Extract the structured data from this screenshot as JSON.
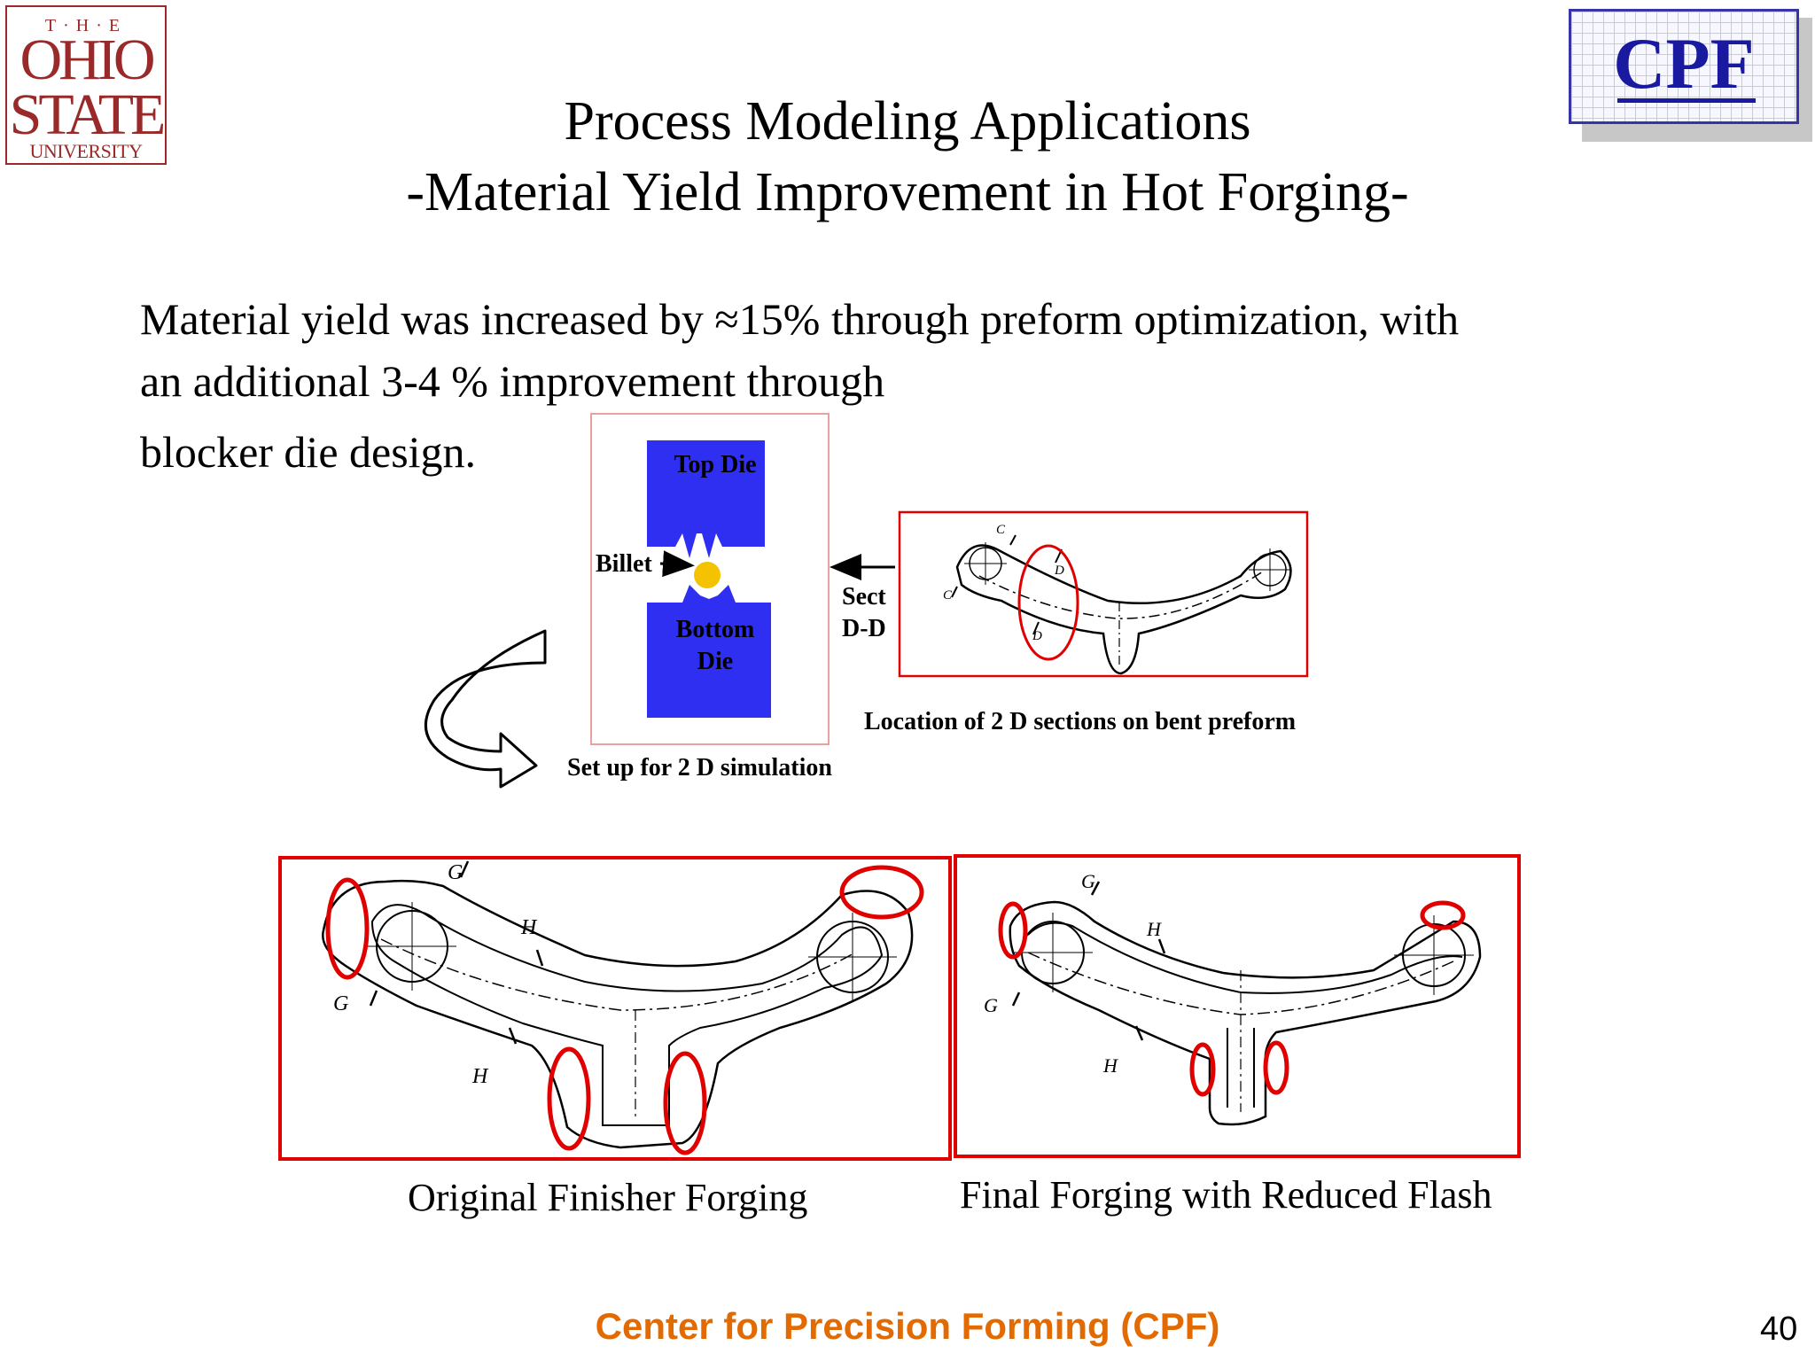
{
  "logos": {
    "osu": {
      "line1": "T·H·E",
      "line2": "OHIO",
      "line3": "STATE",
      "line4": "UNIVERSITY"
    },
    "cpf": {
      "text": "CPF"
    }
  },
  "title": {
    "line1": "Process Modeling Applications",
    "line2": "-Material Yield Improvement in Hot Forging-"
  },
  "body": {
    "line1": "Material yield was increased by ≈15% through preform optimization, with",
    "line2": "an additional 3-4 % improvement through",
    "line3": "blocker die design."
  },
  "simulation_setup": {
    "top_die": "Top Die",
    "billet": "Billet",
    "bottom_die_1": "Bottom",
    "bottom_die_2": "Die",
    "caption": "Set up for 2 D simulation"
  },
  "section_view": {
    "sect_1": "Sect",
    "sect_2": "D-D",
    "caption": "Location of 2 D sections on bent preform",
    "labels": {
      "c_top": "C",
      "c_left": "C",
      "d_top": "D",
      "d_bottom": "D"
    }
  },
  "forgings": {
    "original_caption": "Original Finisher Forging",
    "final_caption": "Final Forging with Reduced Flash",
    "labels": {
      "g": "G",
      "h": "H"
    }
  },
  "colors": {
    "die_blue": "#2f2ff2",
    "billet_yellow": "#f5c200",
    "highlight_red": "#e00000",
    "footer_orange": "#e26a00",
    "osu_red": "#9a2a2a",
    "cpf_blue": "#1a1aa0"
  },
  "footer": {
    "text": "Center for Precision Forming (CPF)",
    "page_number": "40"
  }
}
